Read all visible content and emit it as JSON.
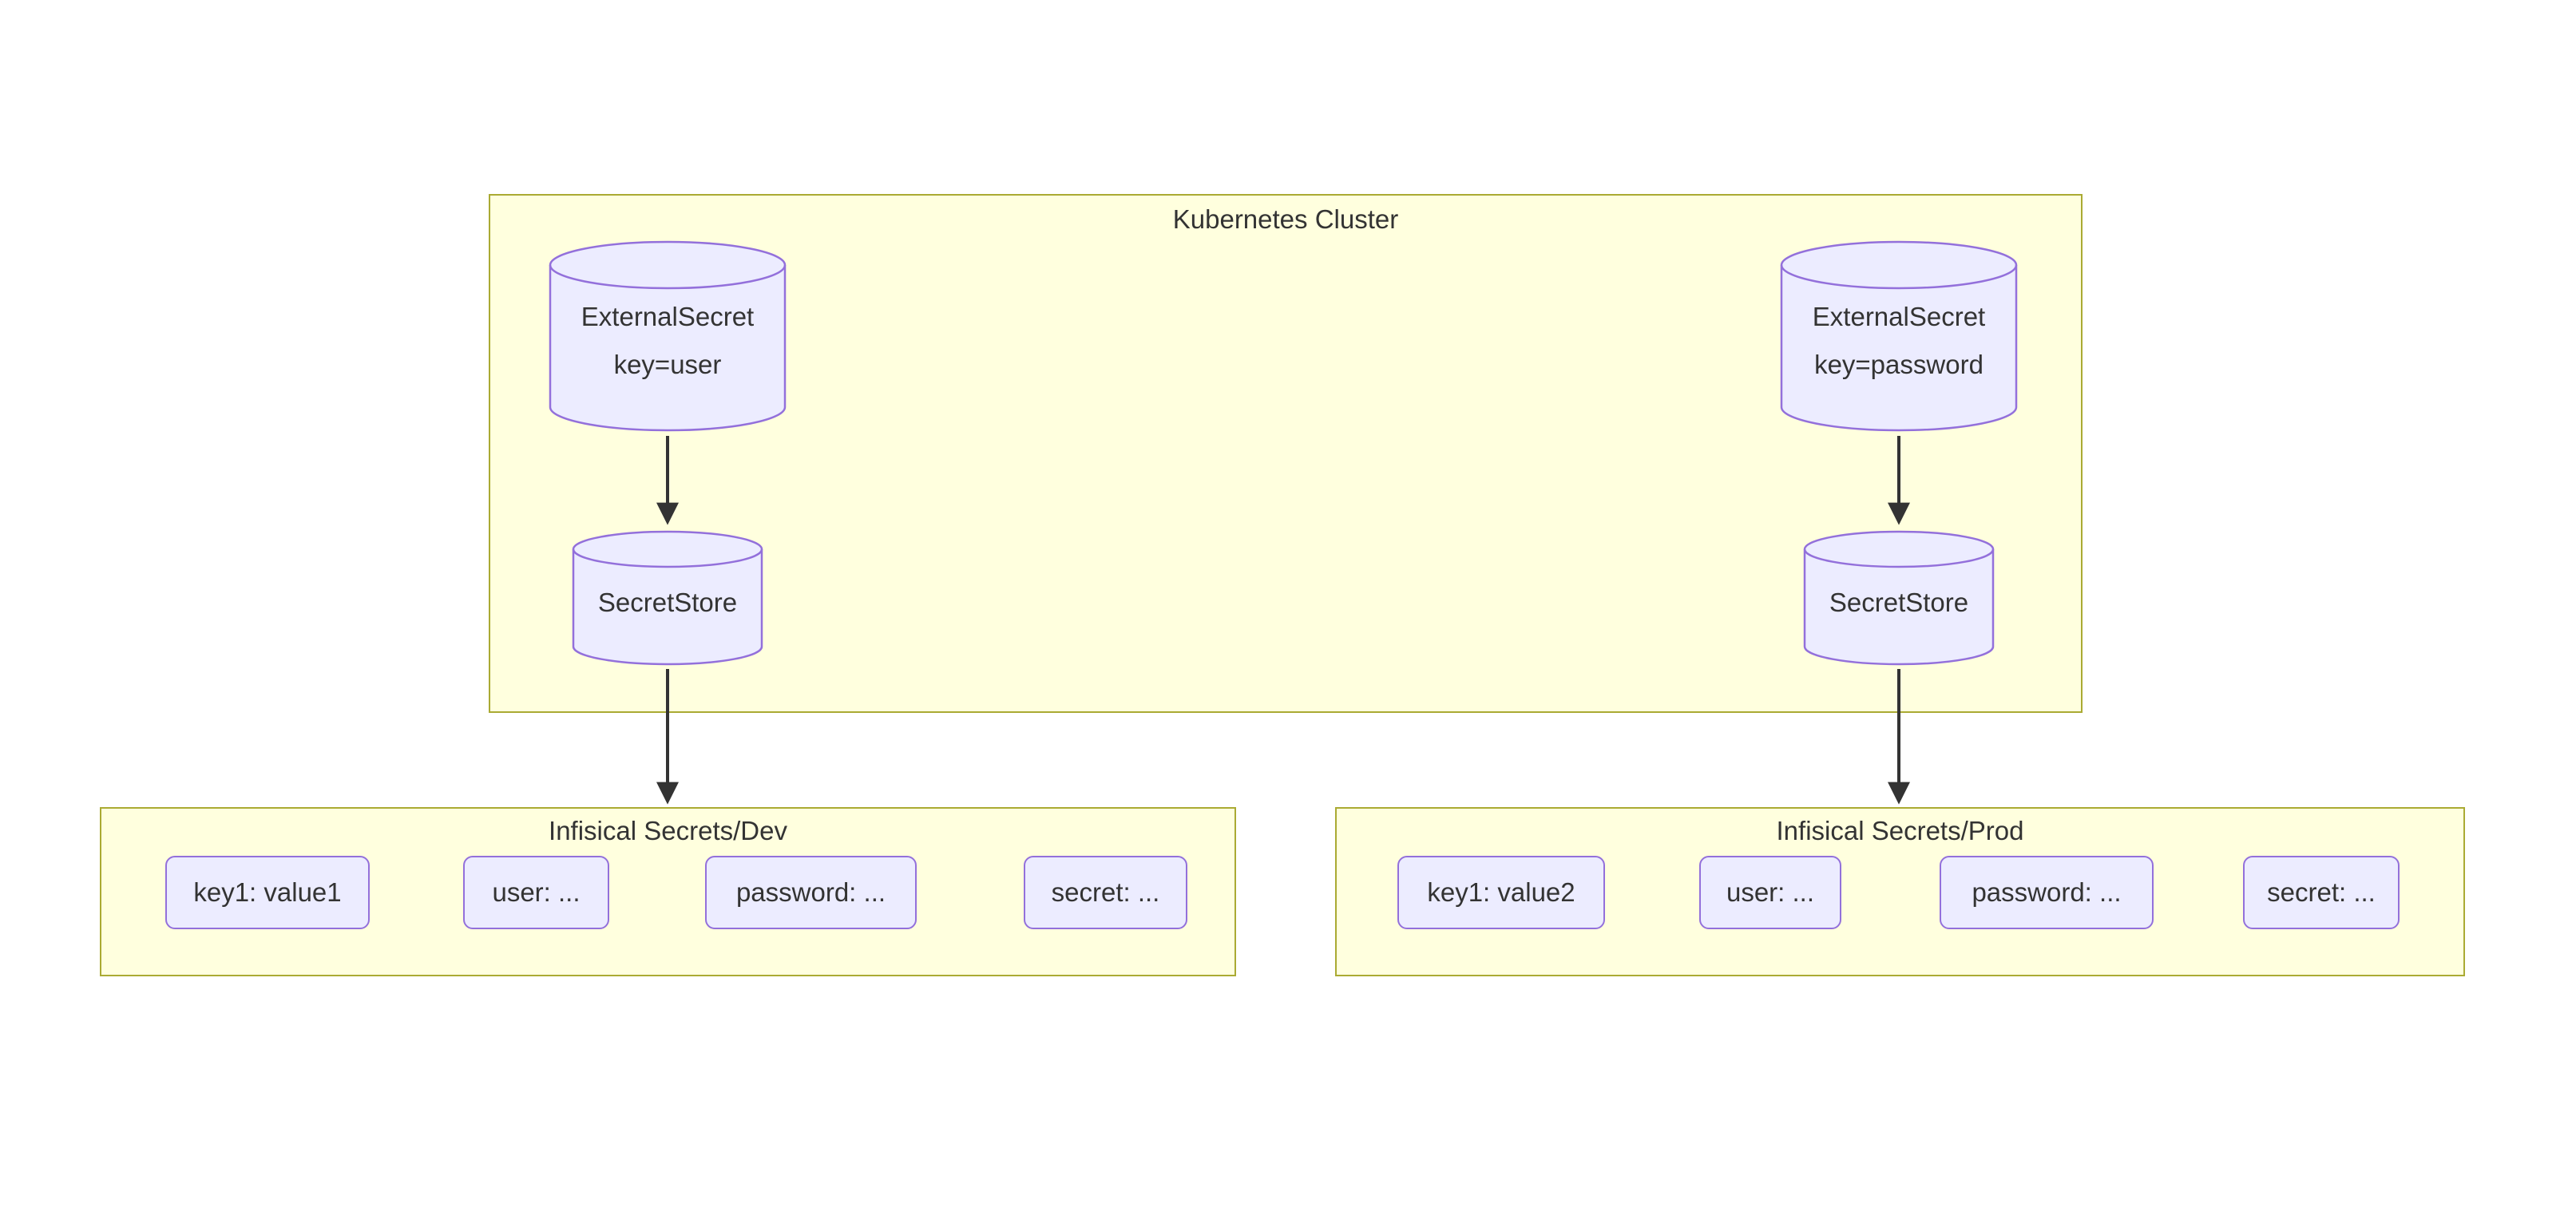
{
  "diagram": {
    "type": "flowchart",
    "clusters": {
      "kubernetes": {
        "title": "Kubernetes Cluster"
      },
      "dev": {
        "title": "Infisical Secrets/Dev",
        "items": [
          "key1: value1",
          "user: ...",
          "password: ...",
          "secret: ..."
        ]
      },
      "prod": {
        "title": "Infisical Secrets/Prod",
        "items": [
          "key1: value2",
          "user: ...",
          "password: ...",
          "secret: ..."
        ]
      }
    },
    "nodes": {
      "es_user": {
        "shape": "cylinder",
        "title": "ExternalSecret",
        "subtitle": "key=user"
      },
      "ss_left": {
        "shape": "cylinder",
        "label": "SecretStore"
      },
      "es_password": {
        "shape": "cylinder",
        "title": "ExternalSecret",
        "subtitle": "key=password"
      },
      "ss_right": {
        "shape": "cylinder",
        "label": "SecretStore"
      }
    },
    "edges": [
      {
        "from": "ExternalSecret key=user",
        "to": "SecretStore (left)"
      },
      {
        "from": "SecretStore (left)",
        "to": "Infisical Secrets/Dev"
      },
      {
        "from": "ExternalSecret key=password",
        "to": "SecretStore (right)"
      },
      {
        "from": "SecretStore (right)",
        "to": "Infisical Secrets/Prod"
      }
    ],
    "colors": {
      "cluster_fill": "#ffffde",
      "cluster_border": "#aaaa33",
      "node_fill": "#ECECFF",
      "node_border": "#9370DB",
      "text": "#333333",
      "edge": "#333333"
    }
  }
}
